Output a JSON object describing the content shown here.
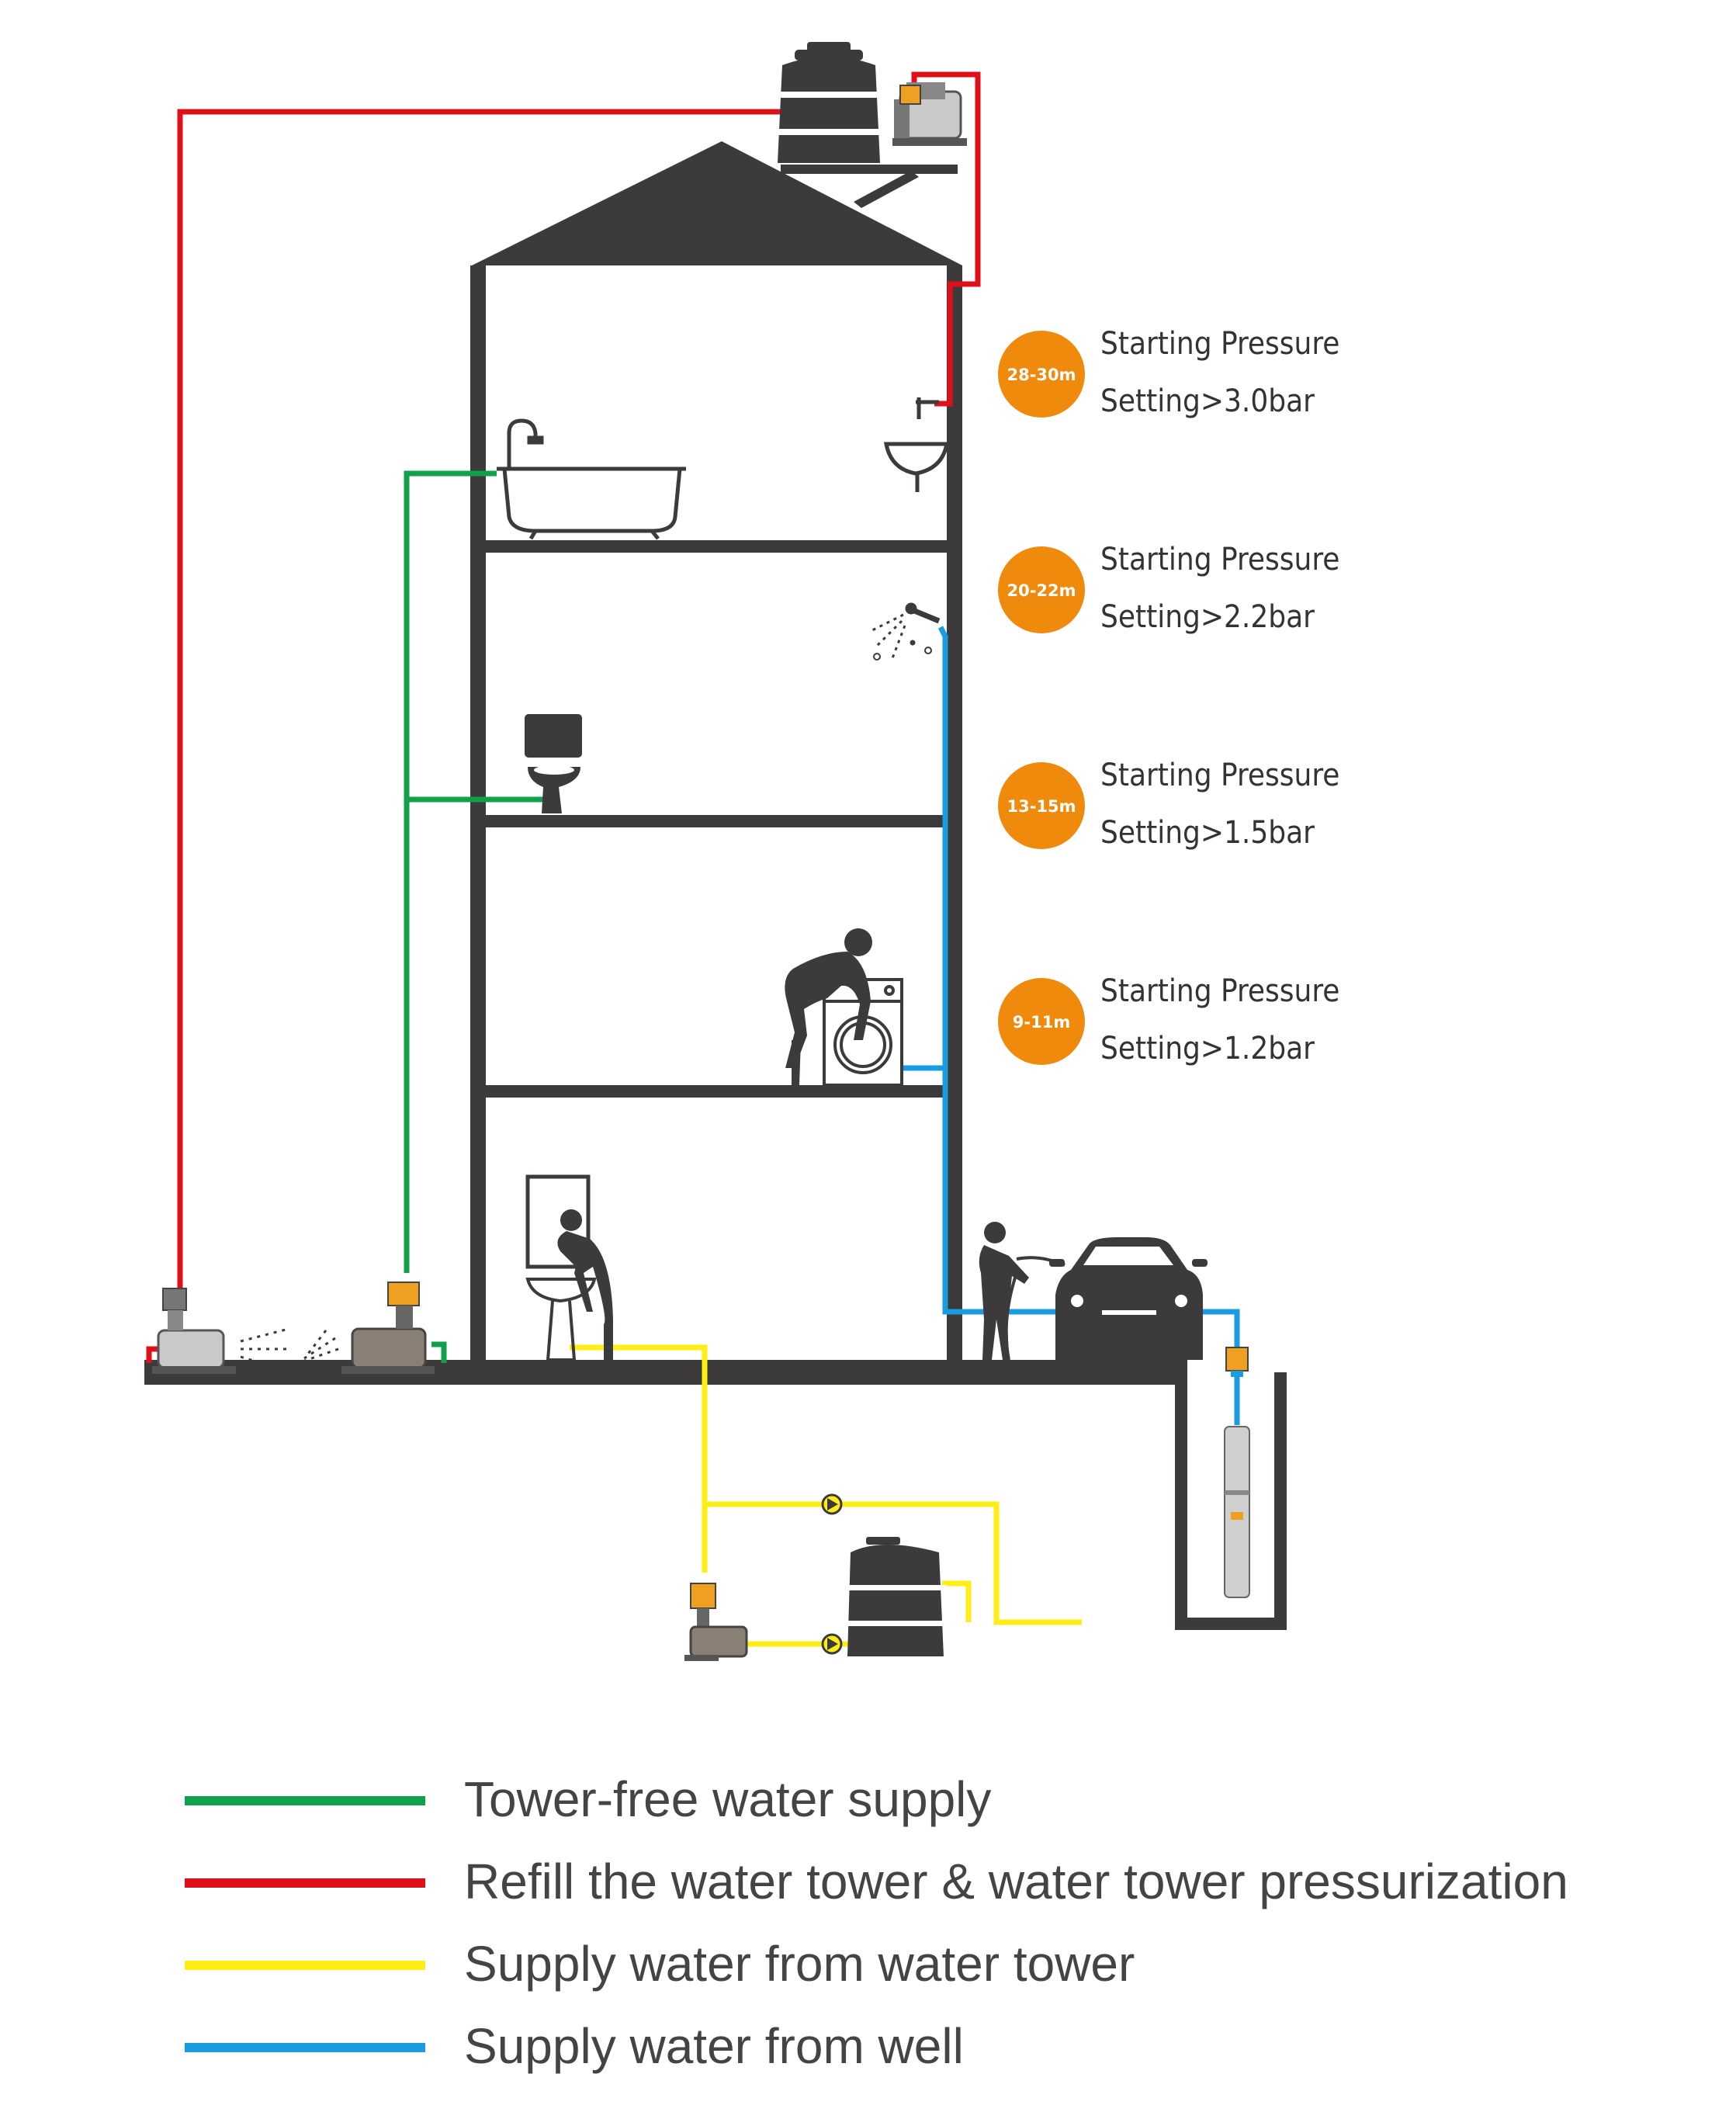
{
  "colors": {
    "building": "#3c3a3b",
    "green": "#12a04a",
    "red": "#e0101a",
    "yellow": "#ffee16",
    "blue": "#1b9be0",
    "orange": "#f08a0c",
    "text": "#333333"
  },
  "pressure_levels": [
    {
      "badge": "28-30m",
      "line1": "Starting Pressure",
      "line2": "Setting>3.0bar"
    },
    {
      "badge": "20-22m",
      "line1": "Starting Pressure",
      "line2": "Setting>2.2bar"
    },
    {
      "badge": "13-15m",
      "line1": "Starting Pressure",
      "line2": "Setting>1.5bar"
    },
    {
      "badge": "9-11m",
      "line1": "Starting Pressure",
      "line2": "Setting>1.2bar"
    }
  ],
  "legend": [
    {
      "color": "#12a04a",
      "label": "Tower-free water supply"
    },
    {
      "color": "#e0101a",
      "label": "Refill the water tower & water tower pressurization"
    },
    {
      "color": "#ffee16",
      "label": "Supply water from water tower"
    },
    {
      "color": "#1b9be0",
      "label": "Supply water from well"
    }
  ],
  "icons": [
    "water-tank-icon",
    "booster-pump-icon",
    "bathtub-icon",
    "washbasin-icon",
    "shower-icon",
    "toilet-icon",
    "person-laundry-icon",
    "washing-machine-icon",
    "person-washing-icon",
    "person-washing-car-icon",
    "car-icon",
    "submersible-pump-icon",
    "check-valve-icon",
    "sprinkler-icon"
  ]
}
